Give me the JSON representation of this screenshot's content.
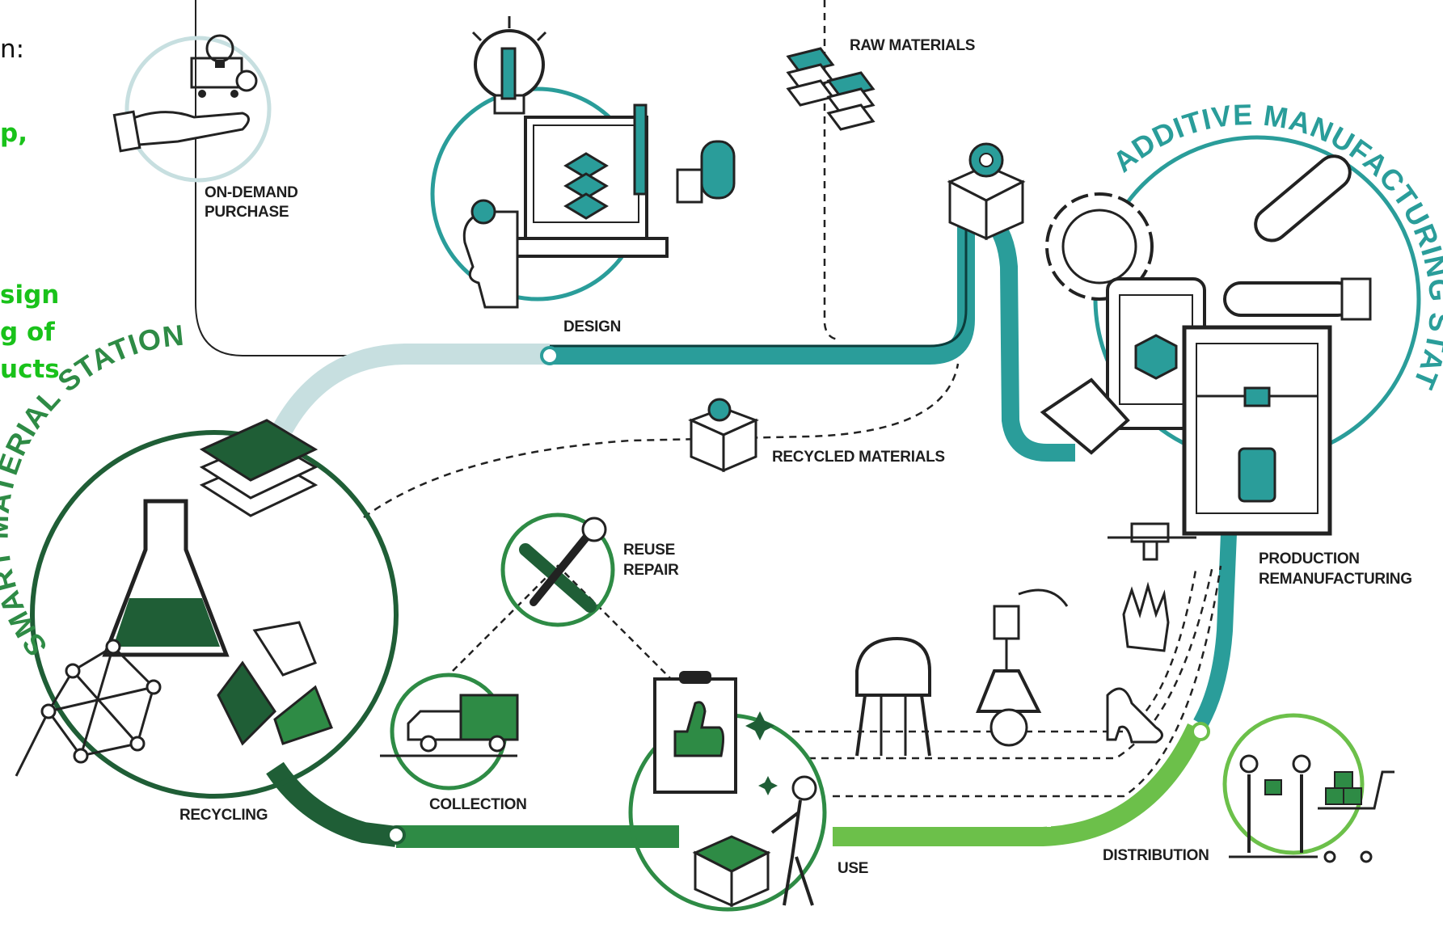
{
  "left_text": {
    "line1": "n:",
    "line2": "p,",
    "line3": "sign",
    "line4": "g of",
    "line5": "ucts"
  },
  "stations": {
    "smart_material": "SMART MATERIAL STATION",
    "additive_manufacturing": "ADDITIVE MANUFACTURING STATION"
  },
  "labels": {
    "on_demand_1": "ON-DEMAND",
    "on_demand_2": "PURCHASE",
    "design": "DESIGN",
    "raw_materials": "RAW MATERIALS",
    "recycled_materials": "RECYCLED MATERIALS",
    "production_1": "PRODUCTION",
    "production_2": "REMANUFACTURING",
    "reuse_1": "REUSE",
    "reuse_2": "REPAIR",
    "collection": "COLLECTION",
    "recycling": "RECYCLING",
    "use": "USE",
    "distribution": "DISTRIBUTION"
  },
  "colors": {
    "teal": "#2a9d9a",
    "light_teal": "#c7dfe0",
    "dark_green": "#1f5e36",
    "green": "#2e8b45",
    "light_green": "#6cc04a",
    "bright_green": "#19c21a"
  }
}
